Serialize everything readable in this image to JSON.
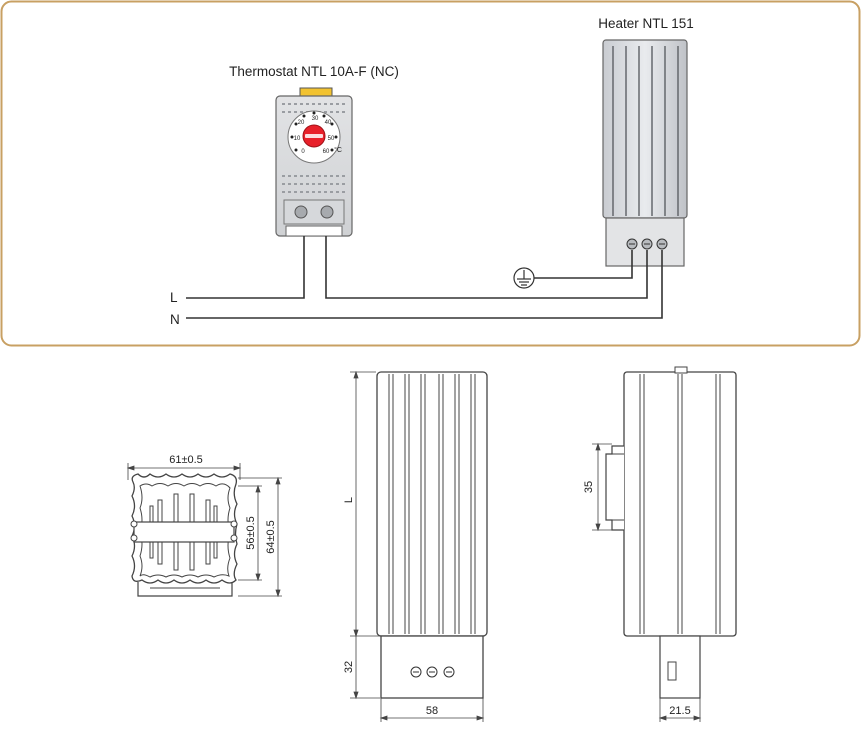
{
  "wiring": {
    "thermostat_label": "Thermostat NTL 10A-F (NC)",
    "heater_label": "Heater NTL 151",
    "line_label": "L",
    "neutral_label": "N",
    "dial_marks": [
      "20",
      "30",
      "40",
      "10",
      "50",
      "0",
      "60"
    ],
    "dial_unit": "°C",
    "accent_color": "#c8a063",
    "knob_color": "#e8202a",
    "clip_color": "#f2c230"
  },
  "dimensions": {
    "width_outer": "61±0.5",
    "height_inner": "56±0.5",
    "height_outer": "64±0.5",
    "length": "L",
    "terminal_height": "32",
    "base_width": "58",
    "clip_span": "35",
    "depth": "21.5"
  }
}
